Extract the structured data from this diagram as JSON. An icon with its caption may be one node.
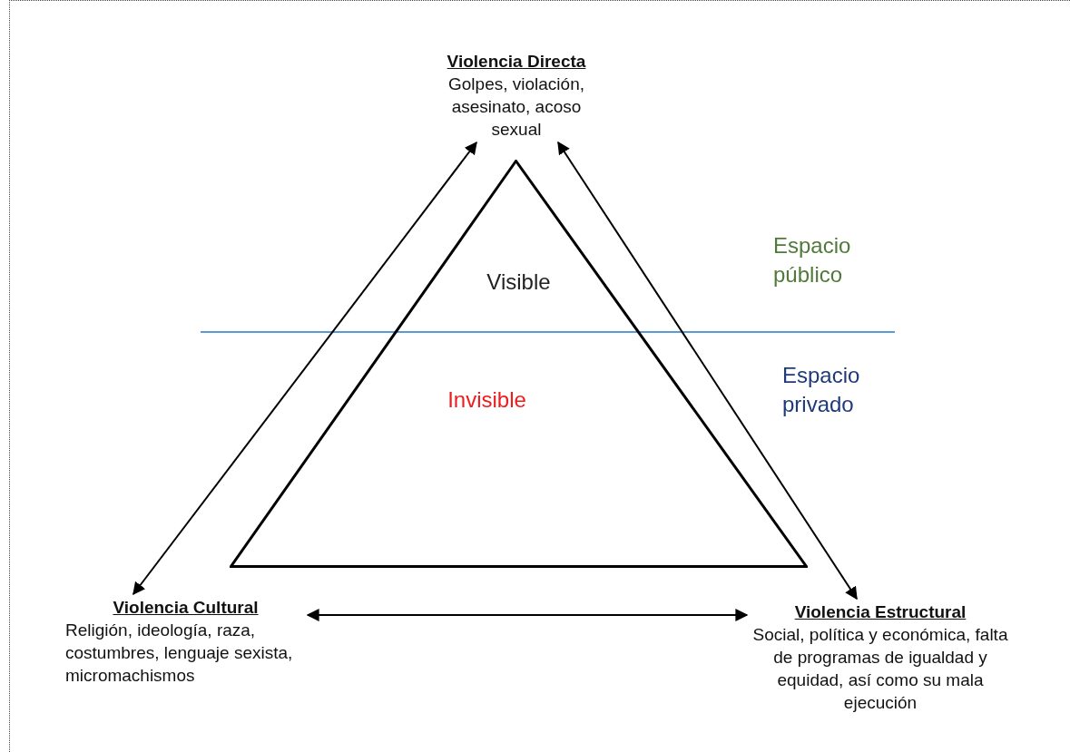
{
  "diagram": {
    "nodes": [
      {
        "text": [
          "Visible",
          "Invisible"
        ]
      },
      {
        "text": [
          "Violencia Directa",
          "Golpes, violación, asesinato, acoso sexual"
        ]
      },
      {
        "text": [
          "Violencia Cultural",
          "Religión, ideología, raza, costumbres, lenguaje sexista, micromachismos"
        ]
      },
      {
        "text": [
          "Violencia Estructural",
          "Social, política y económica, falta de programas de igualdad y equidad, así como su mala ejecución"
        ]
      }
    ],
    "edges": [
      {
        "from": 2,
        "to": 1,
        "arrow": "both"
      },
      {
        "from": 1,
        "to": 3,
        "arrow": "both"
      },
      {
        "from": 2,
        "to": 3,
        "arrow": "both"
      }
    ],
    "labels": [
      "Espacio público",
      "Espacio privado"
    ]
  }
}
